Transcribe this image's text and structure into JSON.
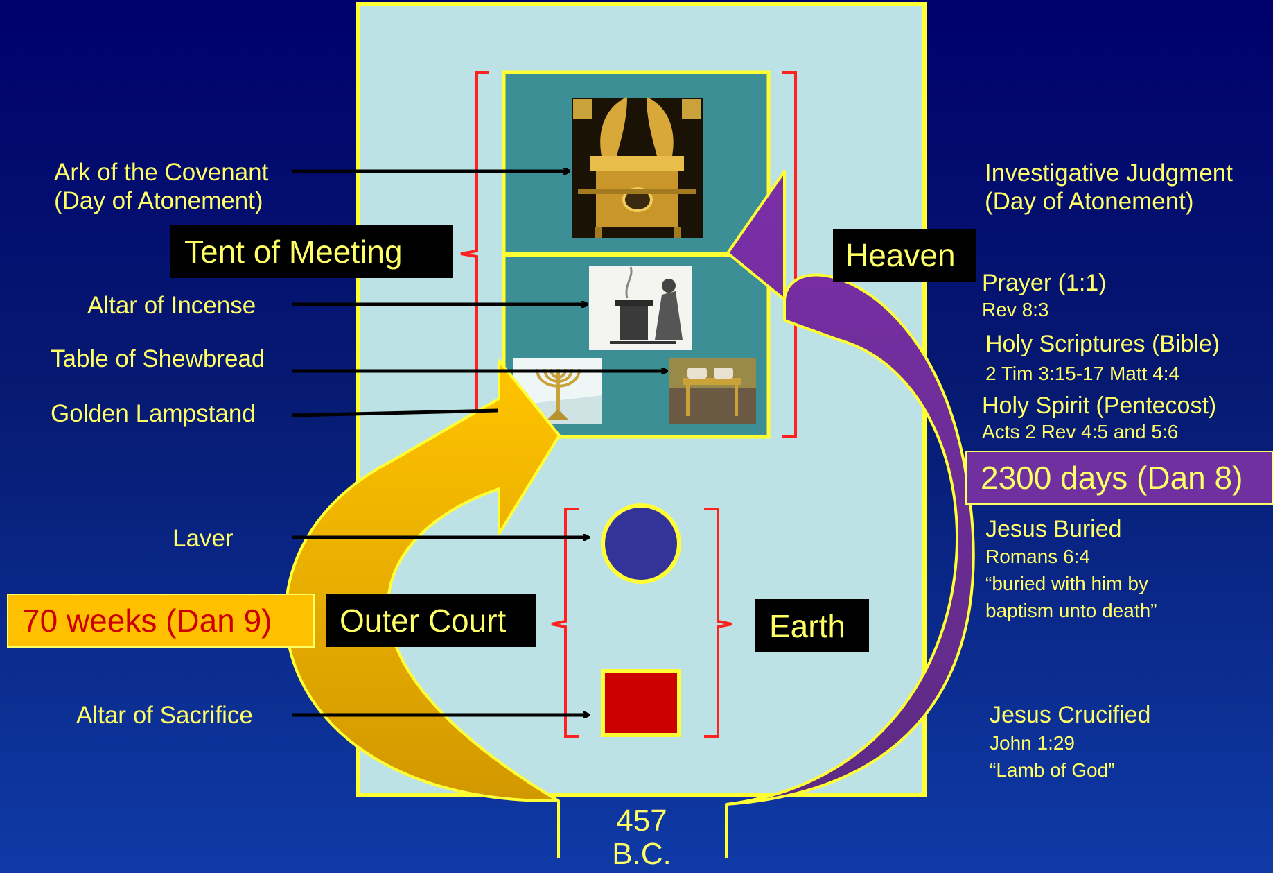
{
  "left_labels": {
    "ark_line1": "Ark of the Covenant",
    "ark_line2": "(Day of Atonement)",
    "incense": "Altar of Incense",
    "shewbread": "Table of Shewbread",
    "lampstand": "Golden Lampstand",
    "laver": "Laver",
    "sacrifice": "Altar of Sacrifice"
  },
  "section_labels": {
    "tent": "Tent of Meeting",
    "heaven": "Heaven",
    "outer_court": "Outer Court",
    "earth": "Earth"
  },
  "periods": {
    "seventy_weeks": "70 weeks (Dan 9)",
    "two_thousand_three_hundred": "2300 days (Dan 8)"
  },
  "year_label": {
    "line1": "457",
    "line2": "B.C."
  },
  "right_labels": {
    "judgment_line1": "Investigative Judgment",
    "judgment_line2": "(Day of Atonement)",
    "prayer": "Prayer (1:1)",
    "prayer_ref": "Rev 8:3",
    "scriptures": "Holy Scriptures (Bible)",
    "scriptures_ref": "2 Tim 3:15-17 Matt 4:4",
    "spirit": "Holy Spirit (Pentecost)",
    "spirit_ref": "Acts 2 Rev 4:5 and 5:6",
    "buried": "Jesus Buried",
    "buried_ref": "Romans 6:4",
    "buried_quote1": "“buried with him by",
    "buried_quote2": "baptism unto death”",
    "crucified": "Jesus Crucified",
    "crucified_ref": "John 1:29",
    "crucified_quote": "“Lamb of God”"
  },
  "colors": {
    "background_top": "#00006c",
    "background_bottom": "#0f3aa6",
    "court": "#bde2e6",
    "tent": "#3c8f94",
    "outline": "#ffff33",
    "text": "#ffff66",
    "bracket": "#ff2020",
    "laver": "#333399",
    "altar": "#cc0000",
    "arrow_gold": "#f0b400",
    "arrow_purple": "#6a2c99",
    "period_gold_bg": "#ffc000",
    "period_gold_text": "#cc0000",
    "period_purple_bg": "#7030a0"
  },
  "icons": {
    "ark": "ark-of-covenant-icon",
    "incense": "altar-of-incense-icon",
    "lampstand": "menorah-icon",
    "table": "table-of-shewbread-icon"
  }
}
